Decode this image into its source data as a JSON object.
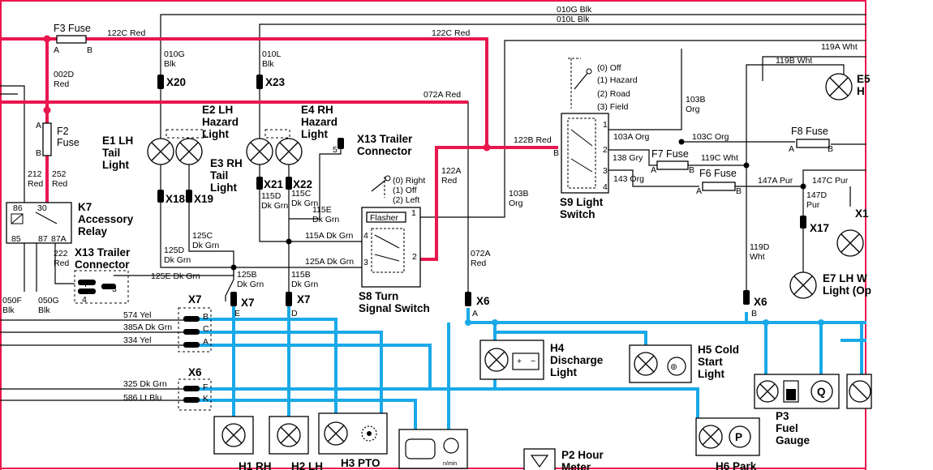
{
  "colors": {
    "power_wire": "#e8174f",
    "ground_wire": "#1aa9e8",
    "signal_wire": "#000000",
    "frame": "#e8174f"
  },
  "components": {
    "f3": "F3 Fuse",
    "f2": "F2\nFuse",
    "f8": "F8 Fuse",
    "f7": "F7 Fuse",
    "f6": "F6 Fuse",
    "k7": "K7\nAccessory\nRelay",
    "e1": "E1 LH\nTail\nLight",
    "e2": "E2 LH\nHazard\nLight",
    "e3": "E3 RH\nTail\nLight",
    "e4": "E4 RH\nHazard\nLight",
    "x13_top": "X13 Trailer\nConnector",
    "x13_left": "X13 Trailer\nConnector",
    "s8": "S8 Turn\nSignal Switch",
    "s9": "S9 Light\nSwitch",
    "e7": "E7 LH W\nLight (Op",
    "h4": "H4\nDischarge\nLight",
    "h5": "H5 Cold\nStart\nLight",
    "p3": "P3\nFuel\nGauge",
    "p2": "P2 Hour\nMeter",
    "h1": "H1 RH",
    "h2": "H2 LH",
    "h3": "H3 PTO",
    "h6": "H6 Park",
    "e5_partial": "E5\nH",
    "x1_partial": "X1",
    "flasher": "Flasher"
  },
  "connectors": {
    "x20": "X20",
    "x23": "X23",
    "x18": "X18",
    "x19": "X19",
    "x21": "X21",
    "x22": "X22",
    "x17": "X17",
    "x6_a": "X6",
    "x6_b": "X6",
    "x7_e": "X7",
    "x7_d": "X7",
    "x7_block": "X7",
    "x6_block": "X6"
  },
  "pins": {
    "fuse_a": "A",
    "fuse_b": "B",
    "relay_86": "86",
    "relay_30": "30",
    "relay_85": "85",
    "relay_87": "87",
    "relay_87a": "87A",
    "x13_5": "5",
    "x13_7": "7",
    "x13_4": "4",
    "x13_3": "3",
    "s9_b": "B",
    "s9_1": "1",
    "s9_2": "2",
    "s9_3": "3",
    "s9_4": "4",
    "s8_1": "1",
    "s8_2": "2",
    "s8_3": "3",
    "s8_4": "4",
    "x6_a": "A",
    "x6_b": "B",
    "x7_e": "E",
    "x7_d": "D",
    "blk_b": "B",
    "blk_c": "C",
    "blk_a": "A",
    "blk_f": "F",
    "blk_k": "K",
    "hour": "n/min"
  },
  "switch_positions": {
    "s9": [
      "(0) Off",
      "(1) Hazard",
      "(2) Road",
      "(3) Field"
    ],
    "s8": [
      "(0) Right",
      "(1) Off",
      "(2) Left"
    ]
  },
  "wires": {
    "w010g_blk_top": "010G Blk",
    "w010l_blk_top": "010L Blk",
    "w122c_red_1": "122C Red",
    "w122c_red_2": "122C Red",
    "w010g_blk": "010G\nBlk",
    "w010l_blk": "010L\nBlk",
    "w002d_red": "002D\nRed",
    "w072a_red_1": "072A Red",
    "w072a_red_2": "072A\nRed",
    "w212_red": "212\nRed",
    "w252_red": "252\nRed",
    "w222_red": "222\nRed",
    "w122b_red": "122B Red",
    "w122a_red": "122A\nRed",
    "w103b_org_1": "103B\nOrg",
    "w103b_org_2": "103B\nOrg",
    "w103a_org": "103A Org",
    "w103c_org": "103C Org",
    "w138_gry": "138 Gry",
    "w143_org": "143 Org",
    "w119c_wht": "119C Wht",
    "w119a_wht": "119A Wht",
    "w119b_wht": "119B Wht",
    "w119d_wht": "119D\nWht",
    "w147a_pur": "147A Pur",
    "w147c_pur": "147C Pur",
    "w147d_pur": "147D\nPur",
    "w125c_dkgrn": "125C\nDk Grn",
    "w125d_dkgrn": "125D\nDk Grn",
    "w125e_dkgrn": "125E Dk Grn",
    "w125b_dkgrn": "125B\nDk Grn",
    "w125a_dkgrn": "125A Dk Grn",
    "w115a_dkgrn": "115A Dk Grn",
    "w115b_dkgrn": "115B\nDk Grn",
    "w115c_dkgrn": "115C\nDk Grn",
    "w115d_dkgrn": "115D\nDk Grn",
    "w115e_dkgrn": "115E\nDk Grn",
    "w050f_blk": "050F\nBlk",
    "w050g_blk": "050G\nBlk",
    "w574_yel": "574 Yel",
    "w385a_dkgrn": "385A Dk Grn",
    "w334_yel": "334 Yel",
    "w325_dkgrn": "325 Dk Grn",
    "w586_ltblu": "586 Lt Blu"
  }
}
